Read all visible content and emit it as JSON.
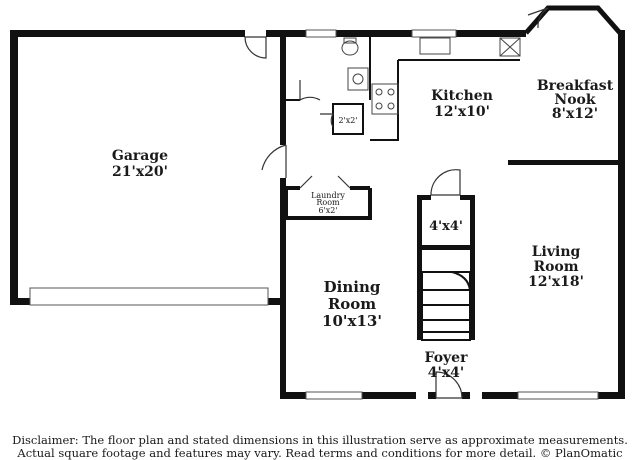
{
  "rooms": {
    "garage": {
      "name": "Garage",
      "size": "21'x20'"
    },
    "kitchen": {
      "name": "Kitchen",
      "size": "12'x10'"
    },
    "breakfast_nook": {
      "name_line1": "Breakfast",
      "name_line2": "Nook",
      "size": "8'x12'"
    },
    "closet_small": {
      "size": "2'x2'"
    },
    "laundry": {
      "name_line1": "Laundry",
      "name_line2": "Room",
      "size": "6'x2'"
    },
    "closet_hall": {
      "size": "4'x4'"
    },
    "living": {
      "name_line1": "Living",
      "name_line2": "Room",
      "size": "12'x18'"
    },
    "dining": {
      "name_line1": "Dining",
      "name_line2": "Room",
      "size": "10'x13'"
    },
    "foyer": {
      "name": "Foyer",
      "size": "4'x4'"
    }
  },
  "disclaimer": {
    "line1": "Disclaimer: The floor plan and stated dimensions in this illustration serve as approximate measurements.",
    "line2": "Actual square footage and features may vary. Read terms and conditions for more detail. © PlanOmatic"
  }
}
